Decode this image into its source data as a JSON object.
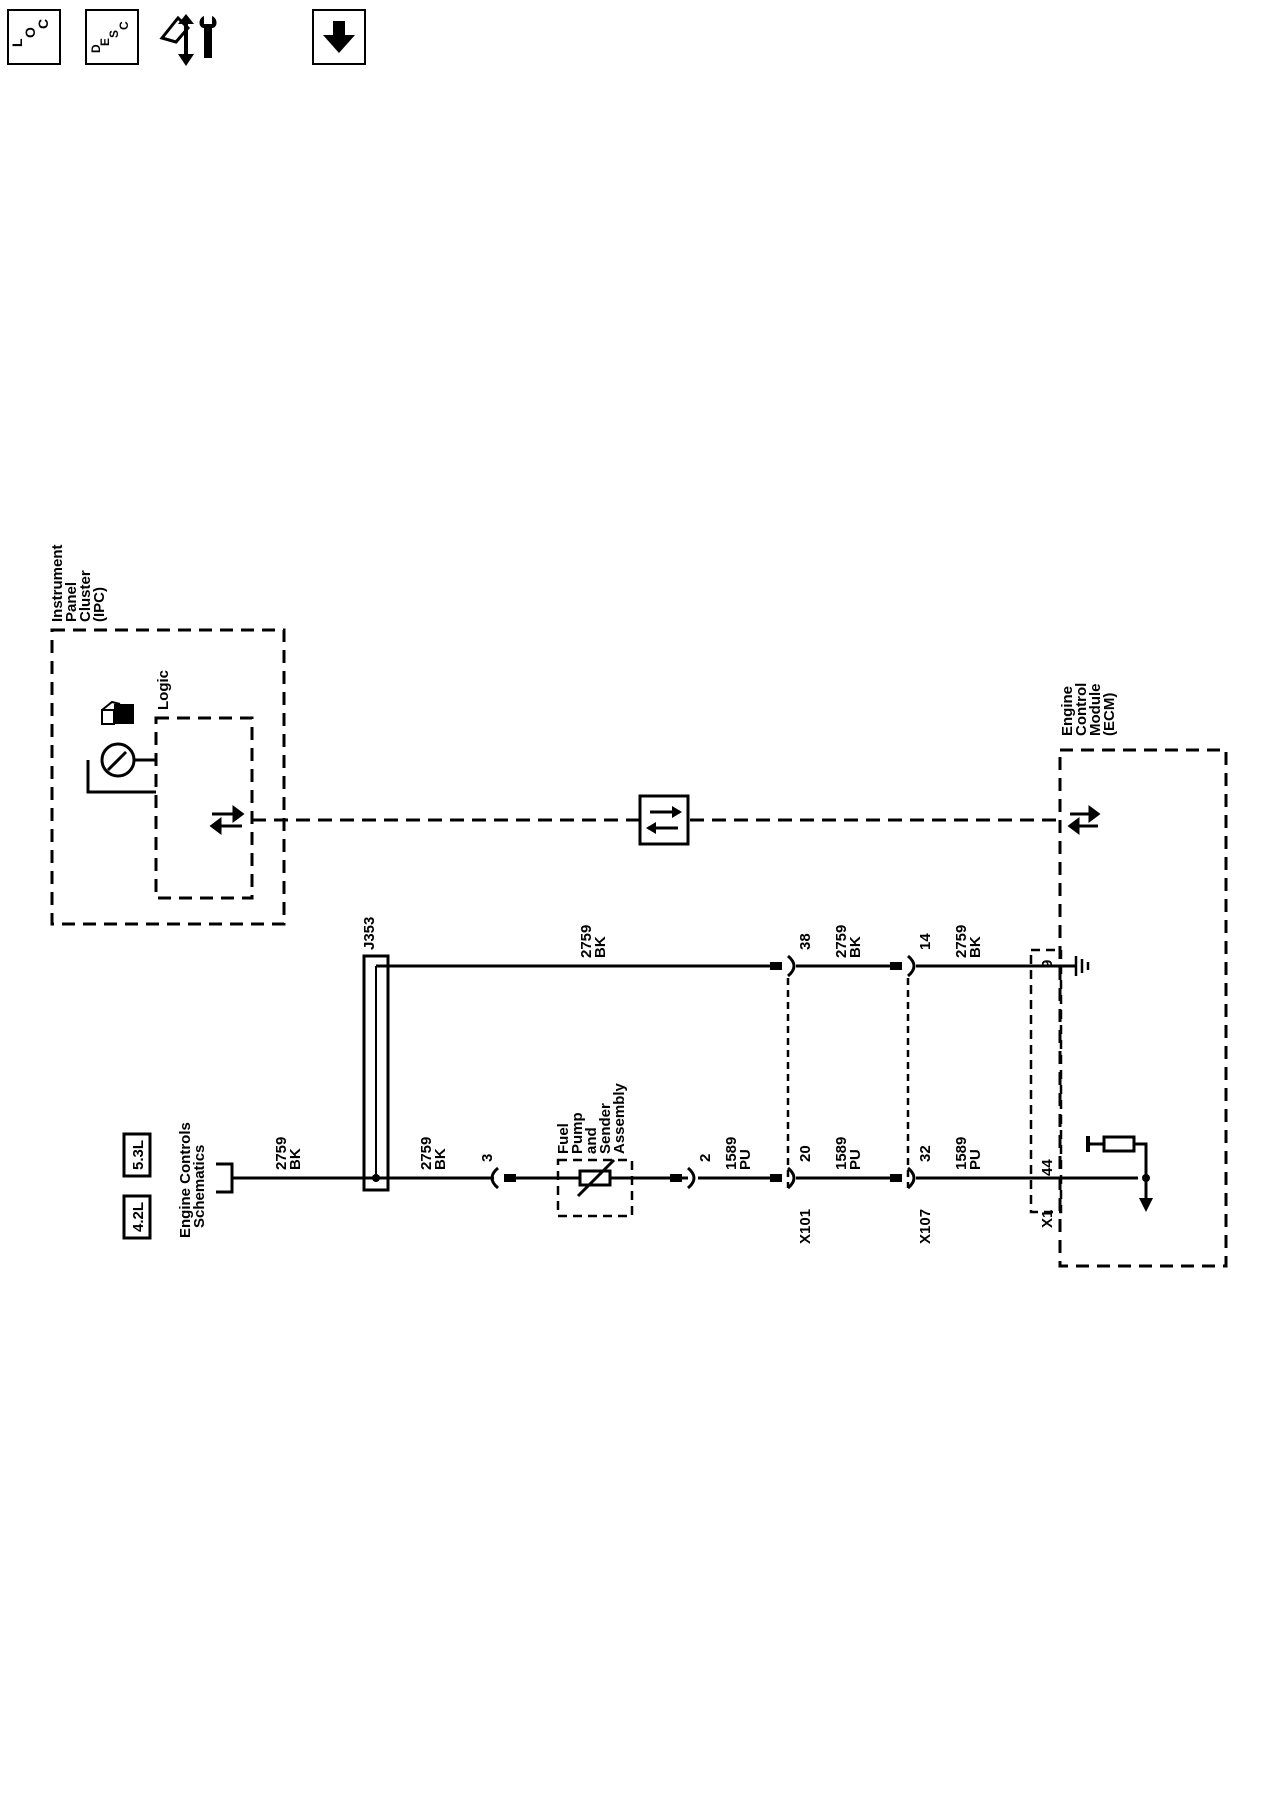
{
  "toolbar": {
    "loc_button": {
      "letters": [
        "L",
        "O",
        "C"
      ]
    },
    "desc_button": {
      "letters": [
        "D",
        "E",
        "S",
        "C"
      ]
    },
    "icons": [
      "loc-icon",
      "desc-icon",
      "diagnostic-tool-icon",
      "down-arrow-icon"
    ]
  },
  "diagram": {
    "ipc": {
      "label": [
        "Instrument",
        "Panel",
        "Cluster",
        "(IPC)"
      ],
      "logic_label": "Logic"
    },
    "ecm": {
      "label": [
        "Engine",
        "Control",
        "Module",
        "(ECM)"
      ]
    },
    "splice": {
      "label": "J353"
    },
    "engine_controls": {
      "label": [
        "Engine Controls",
        "Schematics"
      ],
      "options": [
        "4.2L",
        "5.3L"
      ]
    },
    "fuel_pump": {
      "label": [
        "Fuel",
        "Pump",
        "and",
        "Sender",
        "Assembly"
      ]
    },
    "connectors": {
      "x101": "X101",
      "x107": "X107",
      "x1": "X1"
    },
    "wires": {
      "left_ground": [
        "2759",
        "BK"
      ],
      "splice_to_pump": [
        "2759",
        "BK"
      ],
      "top_ground": [
        "2759",
        "BK"
      ],
      "x101_to_x107_ground": [
        "2759",
        "BK"
      ],
      "x107_to_ecm_ground": [
        "2759",
        "BK"
      ],
      "pump_to_x101": [
        "1589",
        "PU"
      ],
      "x101_to_x107_signal": [
        "1589",
        "PU"
      ],
      "x107_to_ecm_signal": [
        "1589",
        "PU"
      ]
    },
    "pins": {
      "pump_3": "3",
      "pump_2": "2",
      "x101_38": "38",
      "x101_20": "20",
      "x107_14": "14",
      "x107_32": "32",
      "ecm_9": "9",
      "ecm_44": "44"
    }
  }
}
